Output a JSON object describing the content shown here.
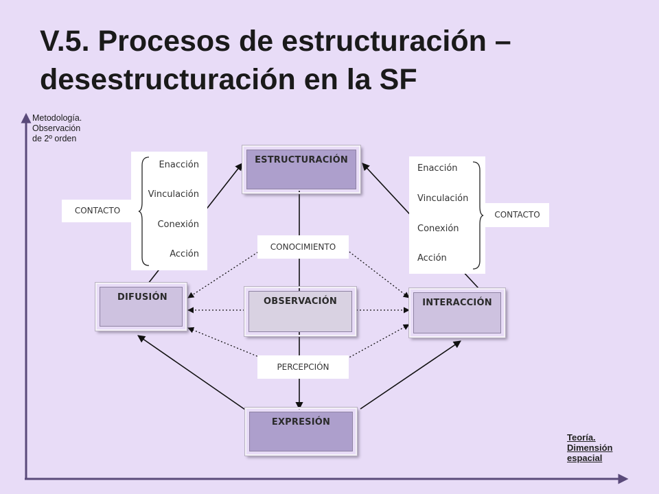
{
  "title": {
    "line1": "V.5. Procesos de estructuración –",
    "line2": "desestructuración en la SF"
  },
  "axes": {
    "y_label": [
      "Metodología.",
      "Observación",
      "de 2º orden"
    ],
    "x_label": [
      "Teoría.",
      "Dimensión",
      "espacial"
    ]
  },
  "nodes": {
    "estructuracion": "ESTRUCTURACIÓN",
    "difusion": "DIFUSIÓN",
    "observacion": "OBSERVACIÓN",
    "interaccion": "INTERACCIÓN",
    "expresion": "EXPRESIÓN"
  },
  "middle_labels": {
    "conocimiento": "CONOCIMIENTO",
    "percepcion": "PERCEPCIÓN"
  },
  "left_contact": {
    "label": "CONTACTO",
    "items": [
      "Enacción",
      "Vinculación",
      "Conexión",
      "Acción"
    ]
  },
  "right_contact": {
    "label": "CONTACTO",
    "items": [
      "Enacción",
      "Vinculación",
      "Conexión",
      "Acción"
    ]
  },
  "colors": {
    "background": "#e8dcf7",
    "node_dark": "#ad9fcc",
    "node_light": "#cec2e0",
    "axis": "#5a4a7a"
  }
}
